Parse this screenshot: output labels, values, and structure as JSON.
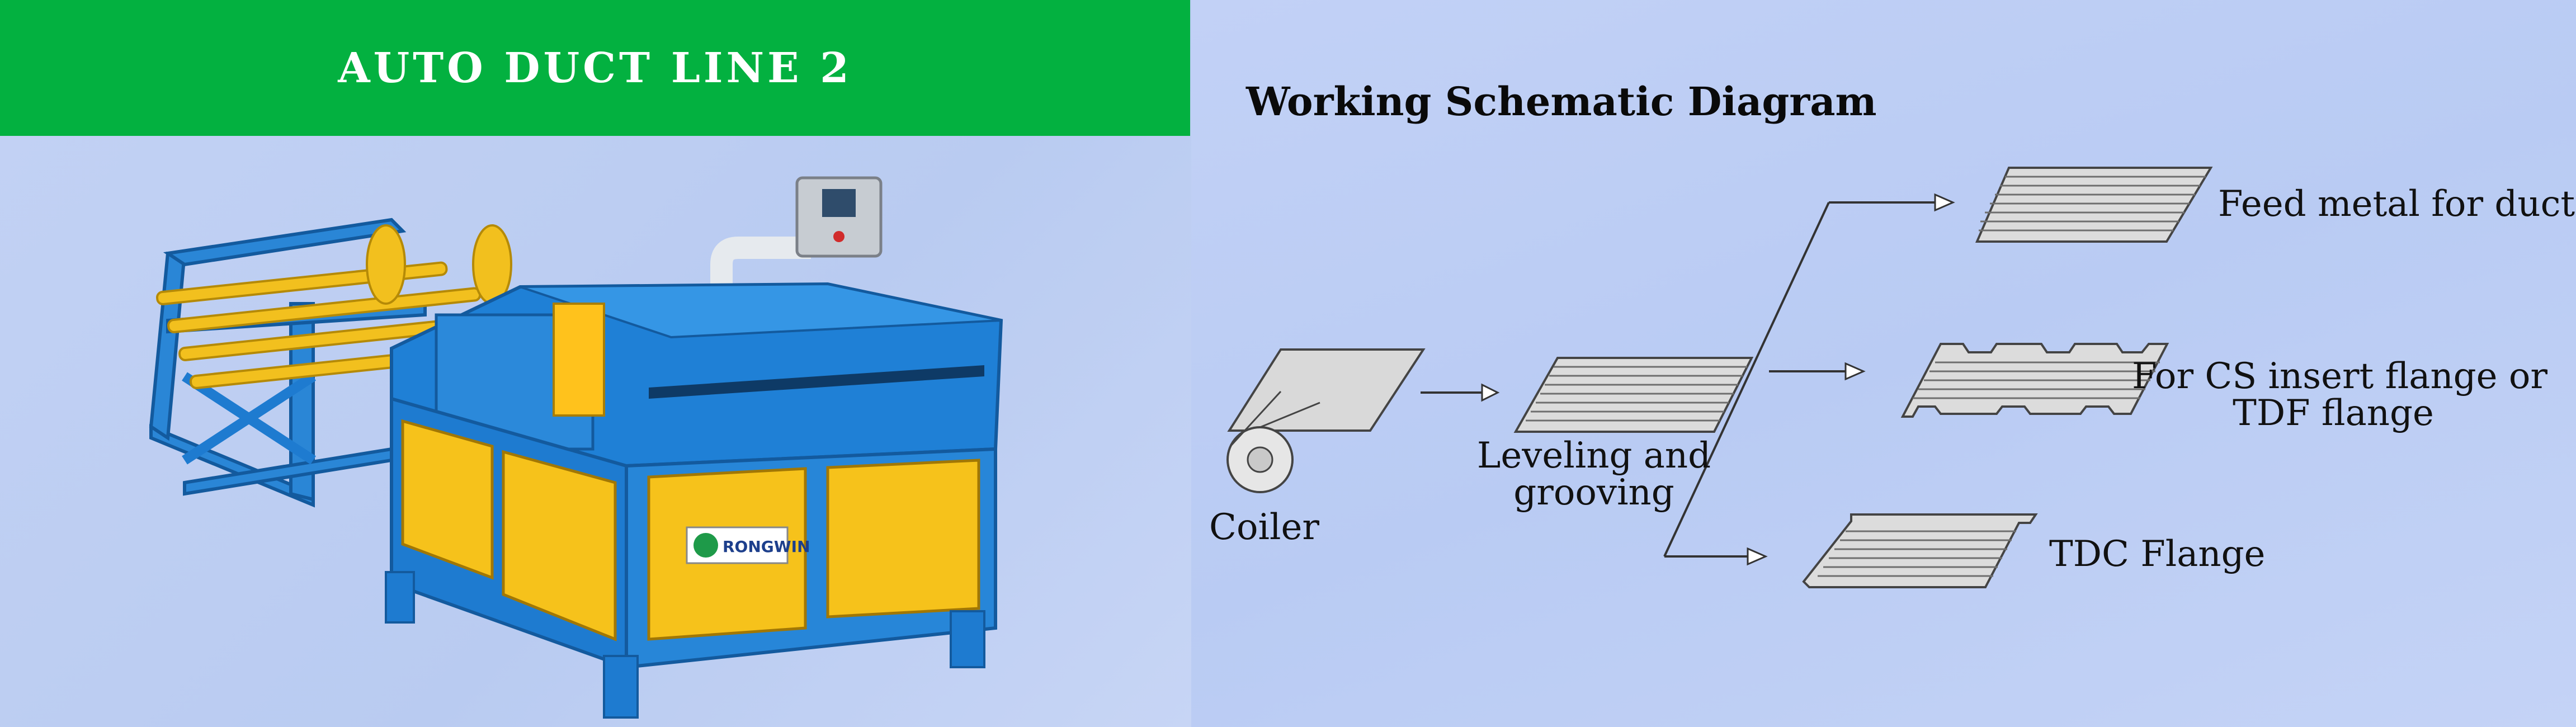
{
  "banner": {
    "title": "AUTO DUCT LINE 2"
  },
  "machine": {
    "brand_logo_text": "RONGWIN"
  },
  "diagram": {
    "title": "Working Schematic Diagram",
    "labels": {
      "coiler": "Coiler",
      "leveling_line1": "Leveling and",
      "leveling_line2": "grooving",
      "feed_metal": "Feed metal for duct",
      "cs_line1": "For CS insert flange or",
      "cs_line2": "TDF flange",
      "tdc": "TDC Flange"
    }
  },
  "colors": {
    "banner_green": "#03b140",
    "machine_blue": "#1e7bd0",
    "machine_yellow": "#f6c21b",
    "background": "#bfcff3"
  }
}
